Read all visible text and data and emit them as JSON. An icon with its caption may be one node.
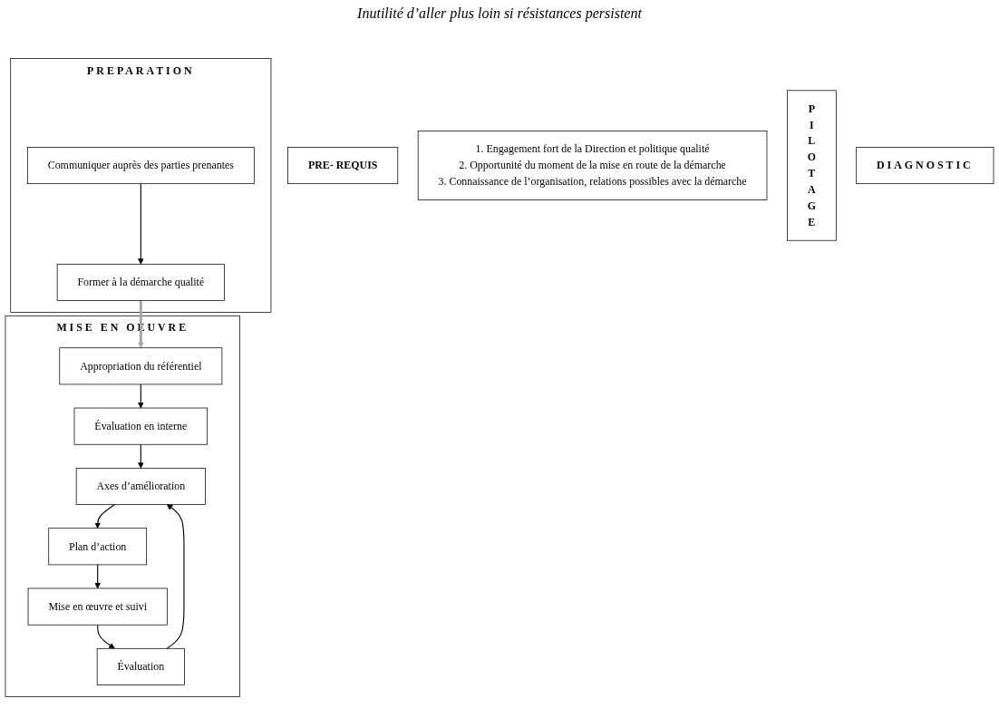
{
  "diagram": {
    "nodes": [
      {
        "text": [
          "PRE- REQUIS"
        ]
      },
      {
        "text": [
          "1. Engagement fort de la Direction et politique qualité",
          "2. Opportunité du moment de la mise en route de la démarche",
          "3. Connaissance de l’organisation, relations possibles avec la démarche"
        ]
      },
      {
        "text": [
          "P I L O T A G E"
        ]
      },
      {
        "text": [
          "DIAGNOSTIC"
        ]
      },
      {
        "text": [
          "PREPARATION"
        ]
      },
      {
        "text": [
          "Communiquer auprès des parties prenantes"
        ],
        "in": 4
      },
      {
        "text": [
          "Former à la démarche qualité"
        ],
        "in": 4
      },
      {
        "text": [
          "MISE EN OEUVRE"
        ]
      },
      {
        "text": [
          "Appropriation du référentiel"
        ],
        "in": 7
      },
      {
        "text": [
          "Évaluation en interne"
        ],
        "in": 7
      },
      {
        "text": [
          "Axes d’amélioration"
        ],
        "in": 7
      },
      {
        "text": [
          "Plan d’action"
        ],
        "in": 7
      },
      {
        "text": [
          "Mise en œuvre et suivi"
        ],
        "in": 7
      },
      {
        "text": [
          "Évaluation"
        ],
        "in": 7
      }
    ],
    "edges": [
      {
        "from": 5,
        "to": 6,
        "arrow": "to"
      },
      {
        "from": 6,
        "to": 8,
        "arrow": "to",
        "style": "thick",
        "color": "#a6a6a6"
      },
      {
        "from": 8,
        "to": 9,
        "arrow": "to"
      },
      {
        "from": 9,
        "to": 10,
        "arrow": "to"
      },
      {
        "from": 10,
        "to": 11,
        "arrow": "to"
      },
      {
        "from": 11,
        "to": 12,
        "arrow": "to"
      },
      {
        "from": 12,
        "to": 13,
        "arrow": "to"
      },
      {
        "from": 13,
        "to": 10,
        "arrow": "to"
      }
    ],
    "labels": [
      "Inutilité d’aller plus loin si résistances persistent"
    ]
  }
}
